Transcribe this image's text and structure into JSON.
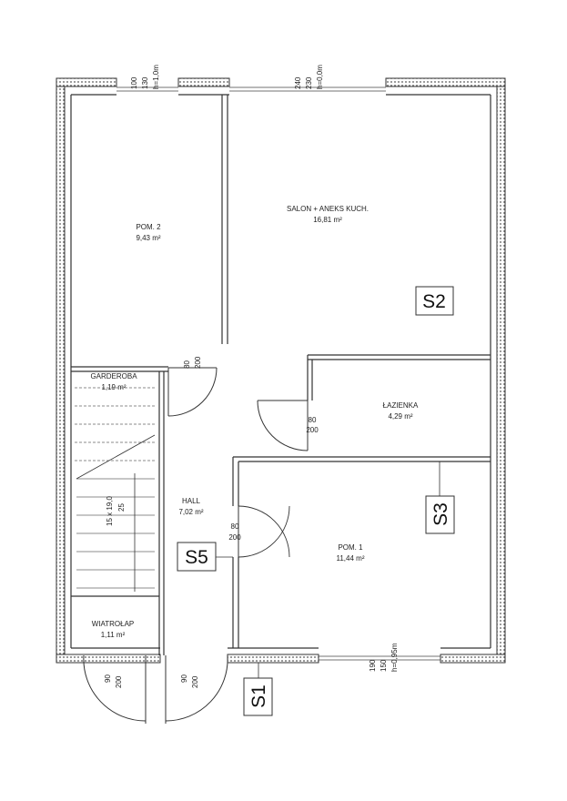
{
  "rooms": {
    "pom2": {
      "name": "POM. 2",
      "area": "9,43 m²"
    },
    "salon": {
      "name": "SALON + ANEKS KUCH.",
      "area": "16,81 m²"
    },
    "garderoba": {
      "name": "GARDEROBA",
      "area": "1,19 m²"
    },
    "lazienka": {
      "name": "ŁAZIENKA",
      "area": "4,29 m²"
    },
    "hall": {
      "name": "HALL",
      "area": "7,02 m²"
    },
    "pom1": {
      "name": "POM. 1",
      "area": "11,44 m²"
    },
    "wiatrolap": {
      "name": "WIATROŁAP",
      "area": "1,11 m²"
    }
  },
  "sections": {
    "s1": "S1",
    "s2": "S2",
    "s3": "S3",
    "s5": "S5"
  },
  "dimensions": {
    "win_left": [
      "100",
      "130",
      "h=1,0m"
    ],
    "win_mid": [
      "240",
      "230",
      "h=0,0m"
    ],
    "win_bottom": [
      "190",
      "150",
      "h=0,95m"
    ],
    "door_pom2": [
      "80",
      "200"
    ],
    "door_lazienka": [
      "80",
      "200"
    ],
    "door_pom1": [
      "80",
      "200"
    ],
    "door_entry_left": [
      "90",
      "200"
    ],
    "door_entry_right": [
      "90",
      "200"
    ],
    "stairs": [
      "15 x 19,0",
      "25"
    ]
  }
}
